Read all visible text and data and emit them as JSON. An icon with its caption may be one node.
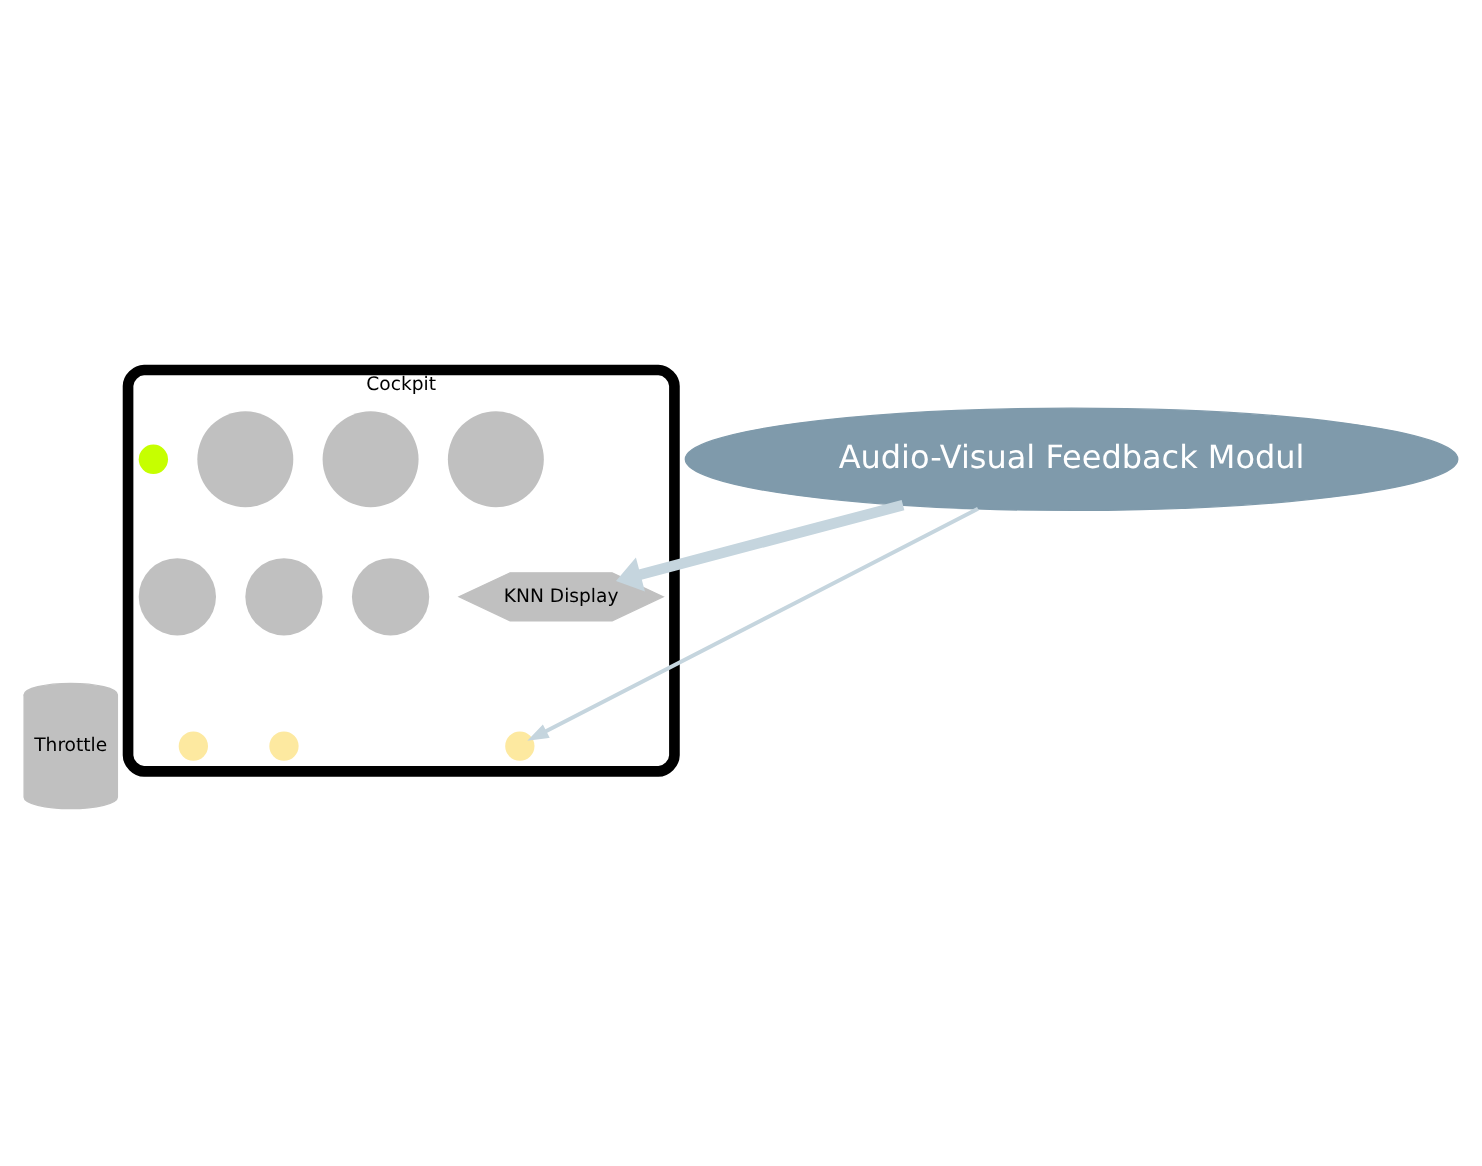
{
  "diagram": {
    "nodes": [
      {
        "text": [
          "Audio-Visual Feedback Modul"
        ]
      },
      {
        "text": [
          "Cockpit"
        ]
      },
      {
        "text": [],
        "shape": "circle",
        "in": 1
      },
      {
        "text": [],
        "shape": "circle",
        "in": 1
      },
      {
        "text": [],
        "shape": "circle",
        "in": 1
      },
      {
        "text": [],
        "shape": "circle",
        "in": 1
      },
      {
        "text": [],
        "shape": "circle",
        "in": 1
      },
      {
        "text": [],
        "shape": "circle",
        "in": 1
      },
      {
        "text": [],
        "shape": "circle",
        "in": 1
      },
      {
        "text": [
          "KNN Display"
        ],
        "in": 1
      },
      {
        "text": [],
        "shape": "circle",
        "in": 1
      },
      {
        "text": [],
        "shape": "circle",
        "in": 1
      },
      {
        "text": [],
        "shape": "circle",
        "in": 1
      },
      {
        "text": [
          "Throttle"
        ]
      }
    ],
    "edges": [
      {
        "from": 0,
        "to": 10,
        "arrow": "to"
      },
      {
        "from": 0,
        "to": 9,
        "arrow": "to",
        "style": "thick"
      }
    ]
  }
}
